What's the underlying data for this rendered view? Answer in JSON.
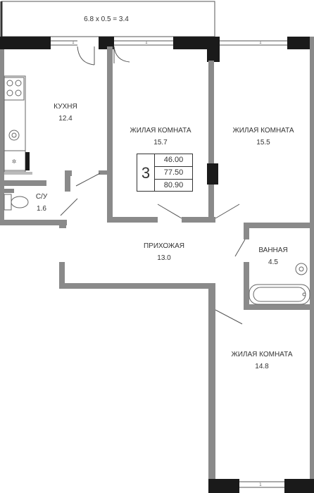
{
  "balcony": {
    "label": "6.8 x 0.5 = 3.4"
  },
  "rooms": {
    "kitchen": {
      "name": "КУХНЯ",
      "area": "12.4"
    },
    "bedroom_center": {
      "name": "ЖИЛАЯ КОМНАТА",
      "area": "15.7"
    },
    "bedroom_right": {
      "name": "ЖИЛАЯ КОМНАТА",
      "area": "15.5"
    },
    "wc": {
      "name": "С/У",
      "area": "1.6"
    },
    "hallway": {
      "name": "ПРИХОЖАЯ",
      "area": "13.0"
    },
    "bathroom": {
      "name": "ВАННАЯ",
      "area": "4.5"
    },
    "bedroom_bottom": {
      "name": "ЖИЛАЯ КОМНАТА",
      "area": "14.8"
    }
  },
  "summary": {
    "rooms": "3",
    "living_area": "46.00",
    "total_area": "77.50",
    "total_with_balcony": "80.90"
  },
  "colors": {
    "wall": "#8a8a8a",
    "structural": "#1a1a1a"
  }
}
